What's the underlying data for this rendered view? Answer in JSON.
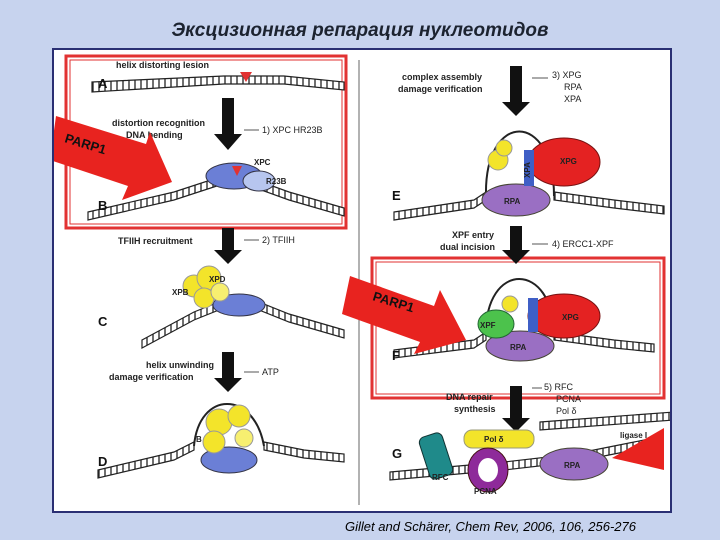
{
  "title": "Эксцизионная репарация нуклеотидов",
  "citation": "Gillet and Schärer, Chem Rev, 2006, 106, 256-276",
  "colors": {
    "highlight_frame": "#e23232",
    "arrow": "#e8231f",
    "panel_border": "#2a2f73",
    "background": "#c7d3ee"
  },
  "left": {
    "top_label": "helix distorting lesion",
    "stage_a": "A",
    "recognition_line1": "distortion recognition",
    "recognition_line2": "DNA bending",
    "step1": "1) XPC HR23B",
    "xpc": "XPC",
    "hr23b": "R23B",
    "stage_b": "B",
    "tfiih_recruit": "TFIIH recruitment",
    "step2": "2) TFIIH",
    "xpd": "XPD",
    "xpb": "XPB",
    "stage_c": "C",
    "unwind_line1": "helix unwinding",
    "unwind_line2": "damage verification",
    "atp": "ATP",
    "stage_d": "D",
    "protein_b": "B"
  },
  "right": {
    "complex_line1": "complex assembly",
    "complex_line2": "damage verification",
    "step3_line1": "3) XPG",
    "step3_line2": "RPA",
    "step3_line3": "XPA",
    "xpg": "XPG",
    "xpa": "XPA",
    "rpa": "RPA",
    "stage_e": "E",
    "xpf_line1": "XPF entry",
    "xpf_line2": "dual incision",
    "step4": "4) ERCC1-XPF",
    "xpf": "XPF",
    "stage_f": "F",
    "step5_line1": "5) RFC",
    "step5_line2": "PCNA",
    "step5_line3": "Pol δ",
    "synth_line1": "DNA repair",
    "synth_line2": "synthesis",
    "ligase": "ligase I",
    "stage_g": "G",
    "pol": "Pol δ",
    "rfc": "RFC",
    "pcna": "PCNA"
  },
  "parp_upper": "PARP1",
  "parp_lower": "PARP1"
}
